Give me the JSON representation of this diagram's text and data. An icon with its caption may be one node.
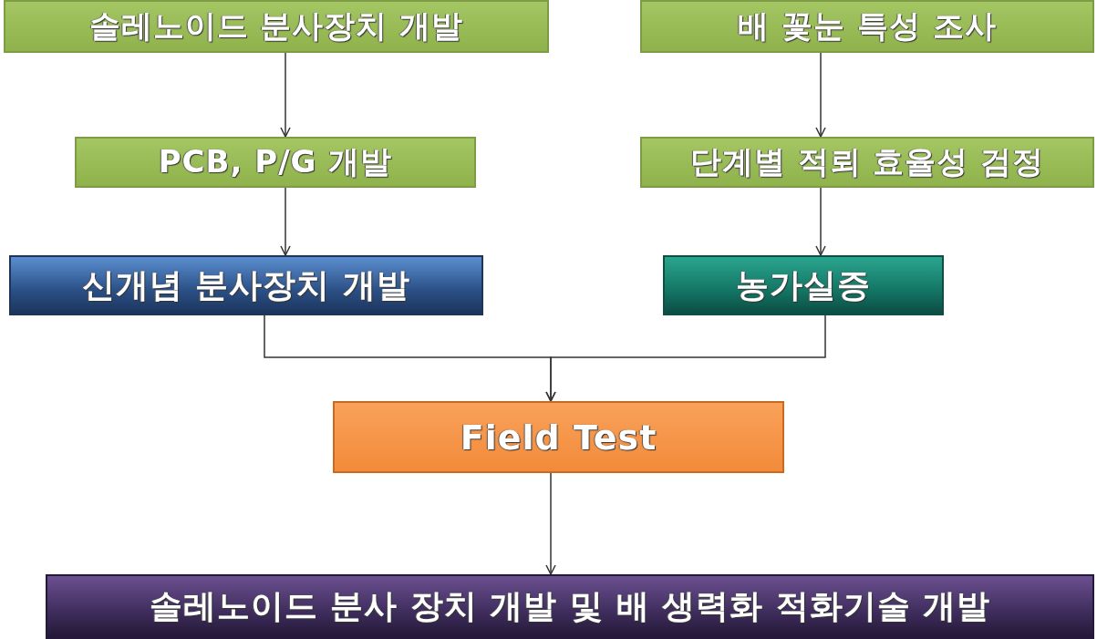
{
  "diagram": {
    "nodes": [
      {
        "text": [
          "솔레노이드 분사장치 개발"
        ]
      },
      {
        "text": [
          "배 꽃눈 특성 조사"
        ]
      },
      {
        "text": [
          "PCB, P/G 개발"
        ]
      },
      {
        "text": [
          "단계별 적뢰 효율성 검정"
        ]
      },
      {
        "text": [
          "신개념 분사장치 개발"
        ]
      },
      {
        "text": [
          "농가실증"
        ]
      },
      {
        "text": [
          "Field Test"
        ]
      },
      {
        "text": [
          "솔레노이드 분사 장치 개발 및 배 생력화 적화기술 개발"
        ]
      }
    ],
    "edges": [
      {
        "from": 0,
        "to": 2,
        "arrow": "to"
      },
      {
        "from": 2,
        "to": 4,
        "arrow": "to"
      },
      {
        "from": 1,
        "to": 3,
        "arrow": "to"
      },
      {
        "from": 3,
        "to": 5,
        "arrow": "to"
      },
      {
        "from": 4,
        "to": 6,
        "arrow": "to"
      },
      {
        "from": 5,
        "to": 6,
        "arrow": "to"
      },
      {
        "from": 6,
        "to": 7,
        "arrow": "to"
      }
    ]
  }
}
